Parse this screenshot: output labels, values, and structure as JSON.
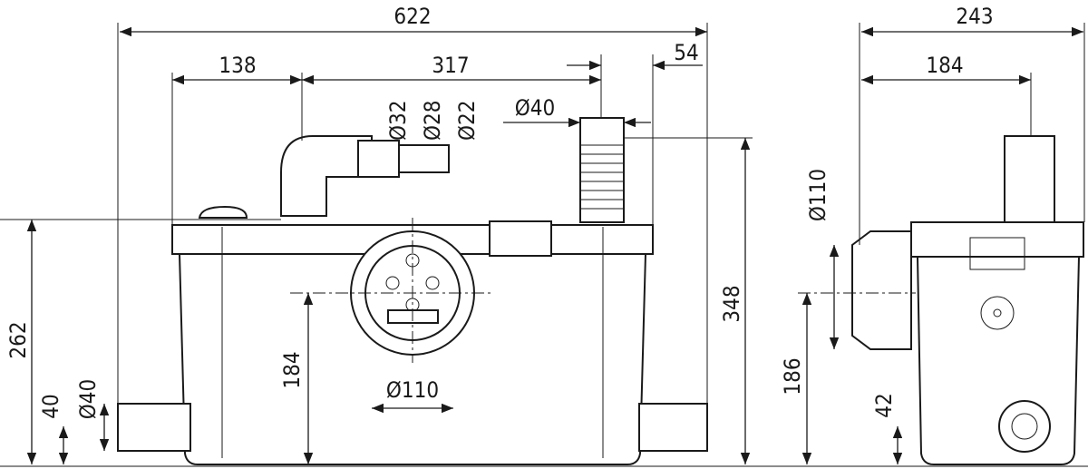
{
  "front_view": {
    "overall_width": "622",
    "inlet_offset": "138",
    "inlet_spacing": "317",
    "outlet_offset": "54",
    "inlet_diameters": [
      "Ø32",
      "Ø28",
      "Ø22"
    ],
    "outlet_diameter": "Ø40",
    "overall_height": "348",
    "body_height": "262",
    "side_inlet_diameter": "Ø40",
    "side_inlet_height": "40",
    "center_inlet_height": "184",
    "center_inlet_diameter": "Ø110"
  },
  "side_view": {
    "overall_depth": "243",
    "outlet_depth": "184",
    "inlet_diameter": "Ø110",
    "inlet_height": "186",
    "lower_inlet_height": "42"
  }
}
